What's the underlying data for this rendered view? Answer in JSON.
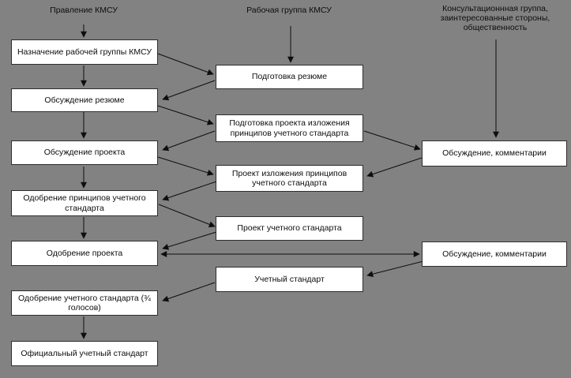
{
  "diagram": {
    "title_hint": "Процесс разработки учетного стандарта КМСУ",
    "colors": {
      "background": "#828282",
      "node_fill": "#ffffff",
      "node_border": "#2e2e2e",
      "arrow": "#0e0e0e",
      "text": "#0d0d0d"
    },
    "columns": [
      {
        "header": "Правление КМСУ",
        "nodes": [
          "Назначение рабочей группы КМСУ",
          "Обсуждение резюме",
          "Обсуждение проекта",
          "Одобрение принципов учетного стандарта",
          "Одобрение проекта",
          "Одобрение учетного стандарта (¾ голосов)",
          "Официальный учетный стандарт"
        ]
      },
      {
        "header": "Рабочая группа КМСУ",
        "nodes": [
          "Подготовка резюме",
          "Подготовка проекта изложения принципов учетного стандарта",
          "Проект изложения принципов учетного стандарта",
          "Проект учетного стандарта",
          "Учетный стандарт"
        ]
      },
      {
        "header": "Консультационнная группа,\nзаинтересованные стороны,\nобщественность",
        "nodes": [
          "Обсуждение, комментарии",
          "Обсуждение, комментарии"
        ]
      }
    ]
  }
}
